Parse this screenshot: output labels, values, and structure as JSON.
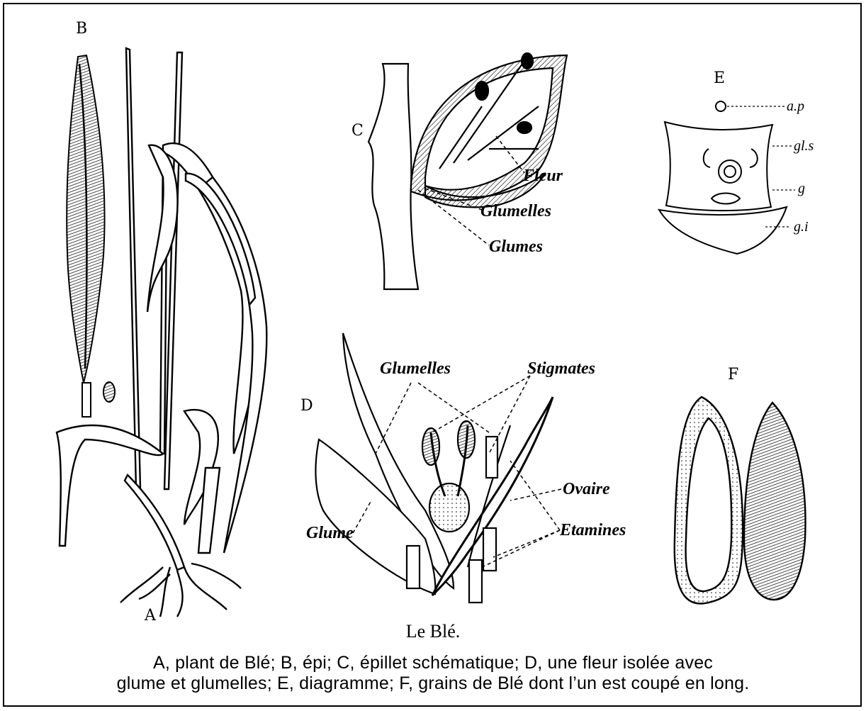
{
  "panels": {
    "A": "A",
    "B": "B",
    "C": "C",
    "D": "D",
    "E": "E",
    "F": "F"
  },
  "panel_c_labels": {
    "fleur": "Fleur",
    "glumelles": "Glumelles",
    "glumes": "Glumes"
  },
  "panel_d_labels": {
    "glumelles": "Glumelles",
    "stigmates": "Stigmates",
    "ovaire": "Ovaire",
    "glume": "Glume",
    "etamines": "Etamines"
  },
  "panel_e_labels": {
    "ap": "a.p",
    "gls": "gl.s",
    "g": "g",
    "gi": "g.i"
  },
  "caption": {
    "title": "Le Blé.",
    "line1": "A, plant de Blé; B, épi; C, épillet schématique; D, une fleur isolée avec",
    "line2": "glume et glumelles; E, diagramme; F, grains de Blé dont l’un est coupé en long."
  }
}
